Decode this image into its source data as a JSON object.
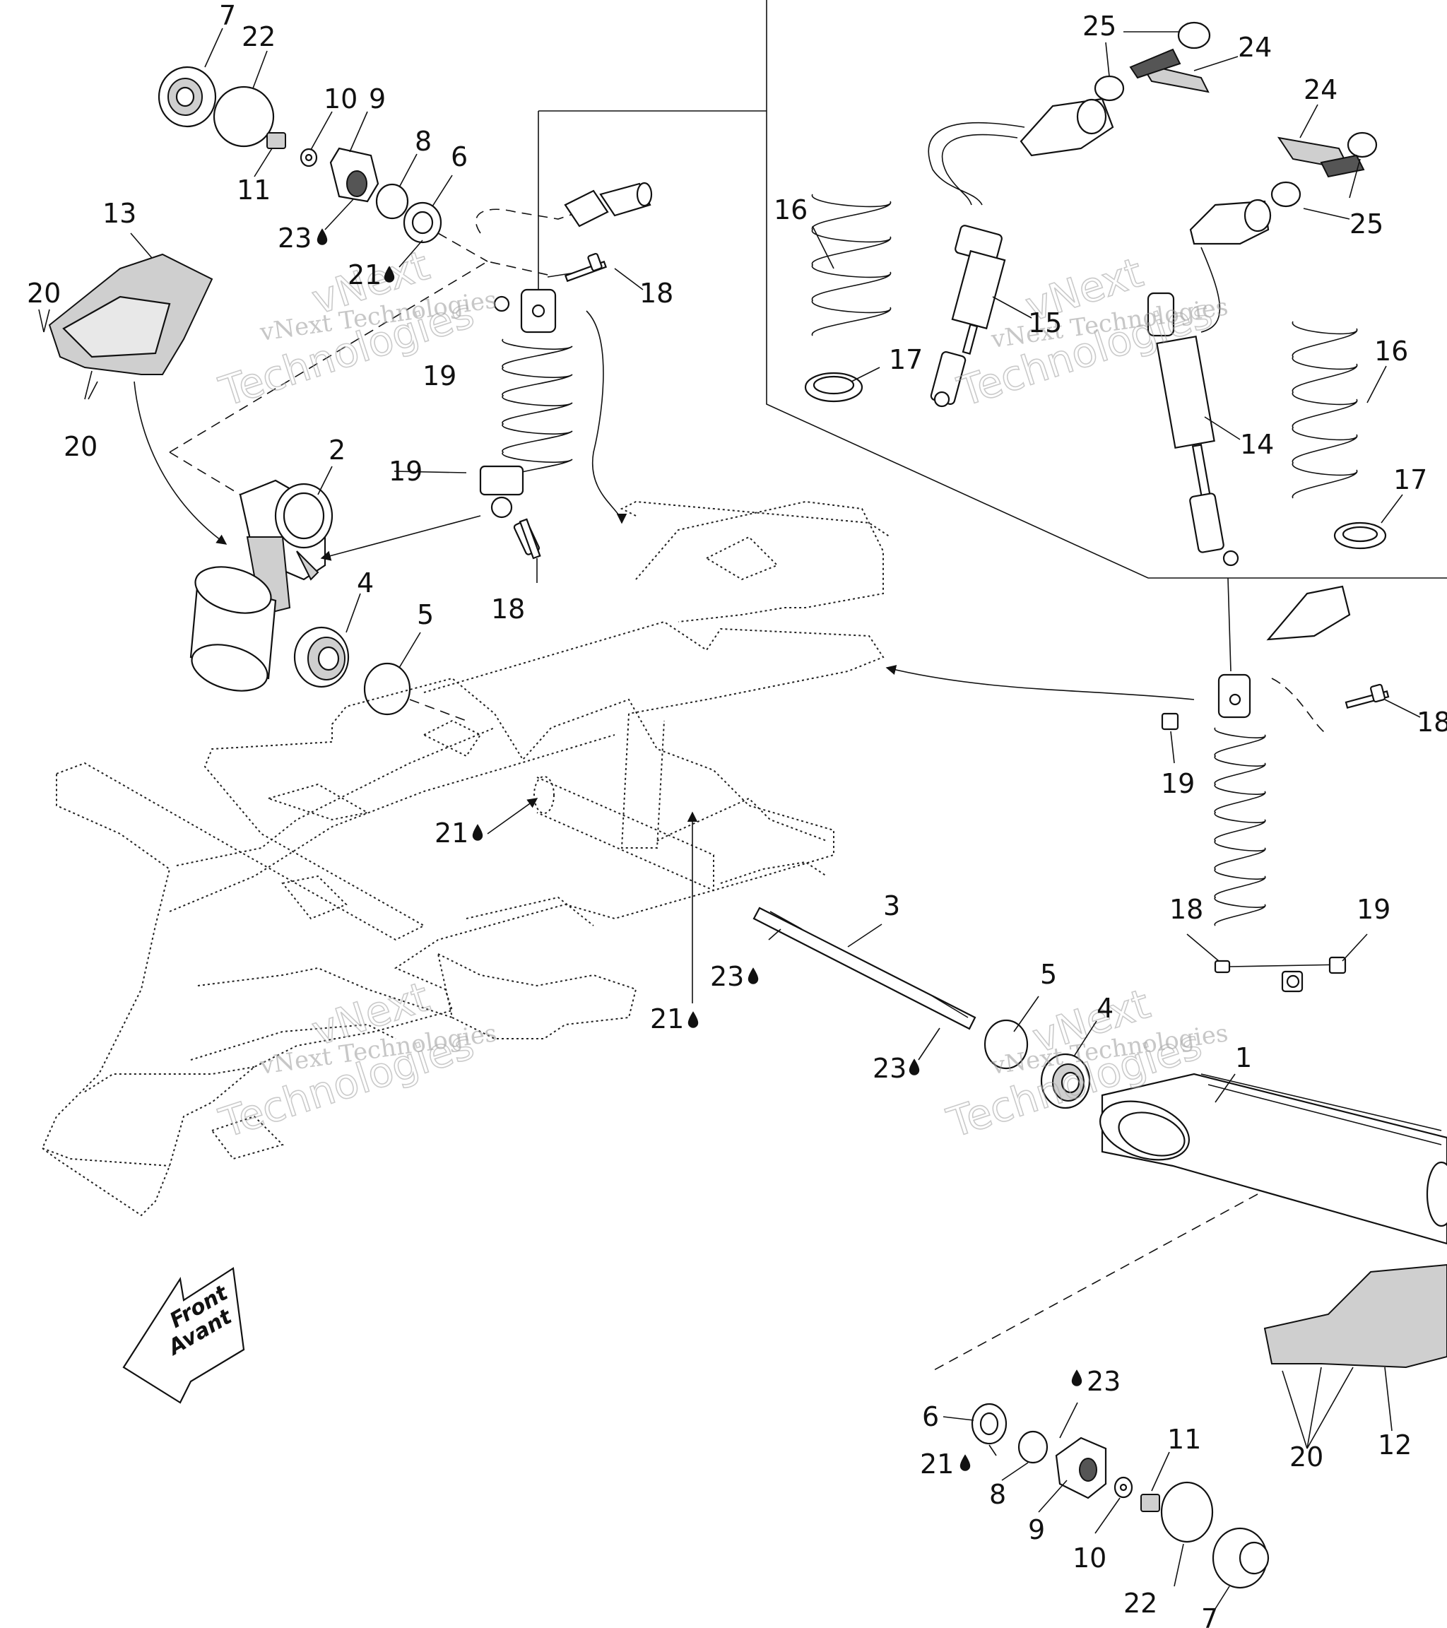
{
  "watermark": {
    "line1": "vNext Technologies",
    "line2": "Technologies",
    "line3": "vNext"
  },
  "orientation": {
    "line1": "Front",
    "line2": "Avant"
  },
  "callouts": [
    {
      "id": "c7a",
      "text": "7"
    },
    {
      "id": "c22a",
      "text": "22"
    },
    {
      "id": "c10a",
      "text": "10"
    },
    {
      "id": "c9a",
      "text": "9"
    },
    {
      "id": "c8a",
      "text": "8"
    },
    {
      "id": "c6a",
      "text": "6"
    },
    {
      "id": "c11a",
      "text": "11"
    },
    {
      "id": "c23a",
      "text": "23"
    },
    {
      "id": "c21a",
      "text": "21"
    },
    {
      "id": "c13",
      "text": "13"
    },
    {
      "id": "c20a",
      "text": "20"
    },
    {
      "id": "c20b",
      "text": "20"
    },
    {
      "id": "c18a",
      "text": "18"
    },
    {
      "id": "c19a",
      "text": "19"
    },
    {
      "id": "c19b",
      "text": "19"
    },
    {
      "id": "c18b",
      "text": "18"
    },
    {
      "id": "c2",
      "text": "2"
    },
    {
      "id": "c4a",
      "text": "4"
    },
    {
      "id": "c5a",
      "text": "5"
    },
    {
      "id": "c25a",
      "text": "25"
    },
    {
      "id": "c24a",
      "text": "24"
    },
    {
      "id": "c24b",
      "text": "24"
    },
    {
      "id": "c25b",
      "text": "25"
    },
    {
      "id": "c16a",
      "text": "16"
    },
    {
      "id": "c15",
      "text": "15"
    },
    {
      "id": "c17a",
      "text": "17"
    },
    {
      "id": "c16b",
      "text": "16"
    },
    {
      "id": "c14",
      "text": "14"
    },
    {
      "id": "c17b",
      "text": "17"
    },
    {
      "id": "c18c",
      "text": "18"
    },
    {
      "id": "c19c",
      "text": "19"
    },
    {
      "id": "c21b",
      "text": "21"
    },
    {
      "id": "c3",
      "text": "3"
    },
    {
      "id": "c18d",
      "text": "18"
    },
    {
      "id": "c19d",
      "text": "19"
    },
    {
      "id": "c23b",
      "text": "23"
    },
    {
      "id": "c21c",
      "text": "21"
    },
    {
      "id": "c5b",
      "text": "5"
    },
    {
      "id": "c4b",
      "text": "4"
    },
    {
      "id": "c23c",
      "text": "23"
    },
    {
      "id": "c1",
      "text": "1"
    },
    {
      "id": "c6b",
      "text": "6"
    },
    {
      "id": "c23d",
      "text": "23"
    },
    {
      "id": "c21d",
      "text": "21"
    },
    {
      "id": "c8b",
      "text": "8"
    },
    {
      "id": "c9b",
      "text": "9"
    },
    {
      "id": "c10b",
      "text": "10"
    },
    {
      "id": "c11b",
      "text": "11"
    },
    {
      "id": "c22b",
      "text": "22"
    },
    {
      "id": "c7b",
      "text": "7"
    },
    {
      "id": "c20c",
      "text": "20"
    },
    {
      "id": "c12",
      "text": "12"
    }
  ],
  "colors": {
    "line": "#111111",
    "watermark": "#a0a0a0",
    "background": "#ffffff"
  },
  "icons": {
    "lubricant_marker": "oil-drop-icon"
  }
}
